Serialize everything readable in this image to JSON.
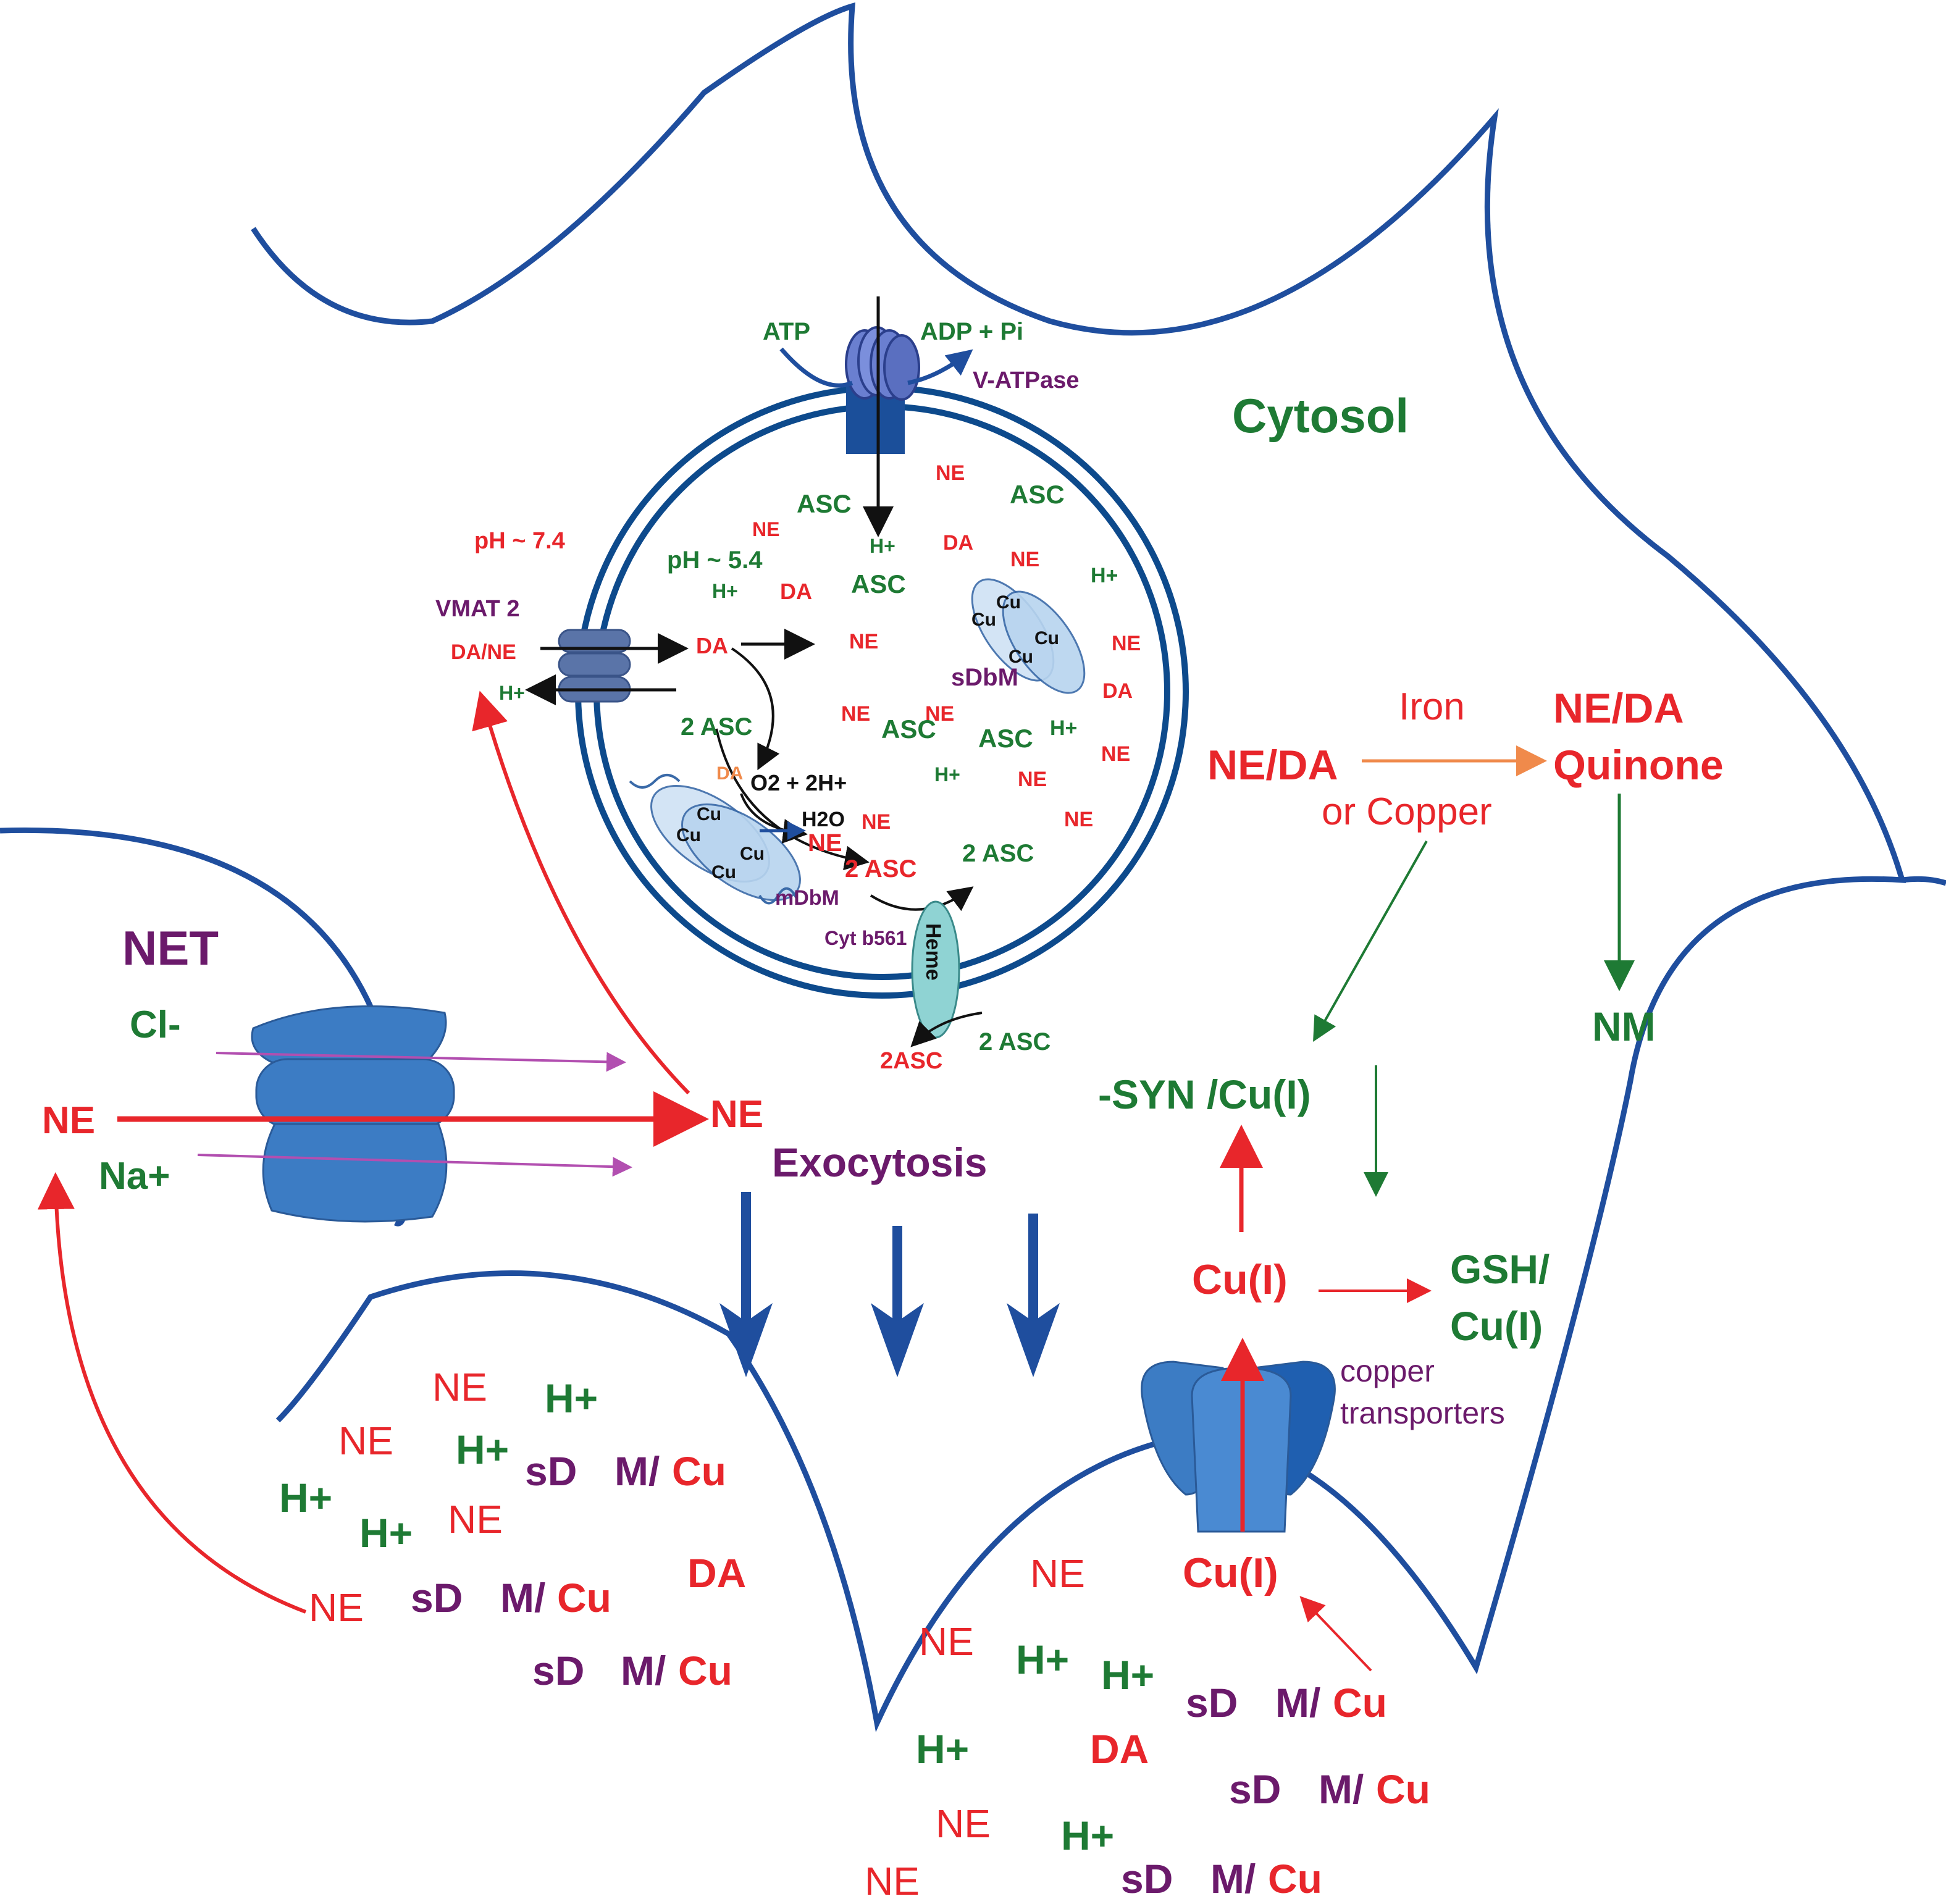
{
  "colors": {
    "membrane": "#1f4e9e",
    "vesicle": "#0d4a8c",
    "red": "#e8262b",
    "green": "#1e7a34",
    "purple": "#6b1a6b",
    "orange": "#f08a4b",
    "magenta_arrow": "#b24fb0",
    "transporter_blue": "#3c7cc4",
    "heme": "#8fd3d3"
  },
  "icons": [
    "v-atpase-icon",
    "vmat2-icon",
    "net-transporter-icon",
    "copper-transporter-icon",
    "dbm-enzyme-icon",
    "heme-icon"
  ],
  "labels": {
    "cytosol": "Cytosol",
    "atp": "ATP",
    "adp_pi": "ADP + Pi",
    "v_atpase": "V-ATPase",
    "ph_out": "pH ~ 7.4",
    "ph_in": "pH ~ 5.4",
    "vmat2": "VMAT 2",
    "da_ne": "DA/NE",
    "h_plus": "H+",
    "net": "NET",
    "cl": "Cl-",
    "na": "Na+",
    "ne": "NE",
    "da": "DA",
    "asc": "ASC",
    "two_asc": "2 ASC",
    "two_asc_dot": "2ASC",
    "o2_2h": "O2 + 2H+",
    "h2o": "H2O",
    "sdbm": "sDbM",
    "mdbm": "mDbM",
    "cytb561": "Cyt b561",
    "heme": "Heme",
    "cu": "Cu",
    "exocytosis": "Exocytosis",
    "iron": "Iron",
    "or_copper": "or Copper",
    "ne_da": "NE/DA",
    "ne_da_q1": "NE/DA",
    "ne_da_q2": "Quinone",
    "nm": "NM",
    "syn_cu": "-SYN /Cu(I)",
    "cu_i": "Cu(I)",
    "gsh_cu1": "GSH/",
    "gsh_cu2": "Cu(I)",
    "copper_transporters1": "copper",
    "copper_transporters2": "transporters",
    "sd": "sD",
    "m_slash": "M/",
    "cu_plain": "Cu"
  }
}
